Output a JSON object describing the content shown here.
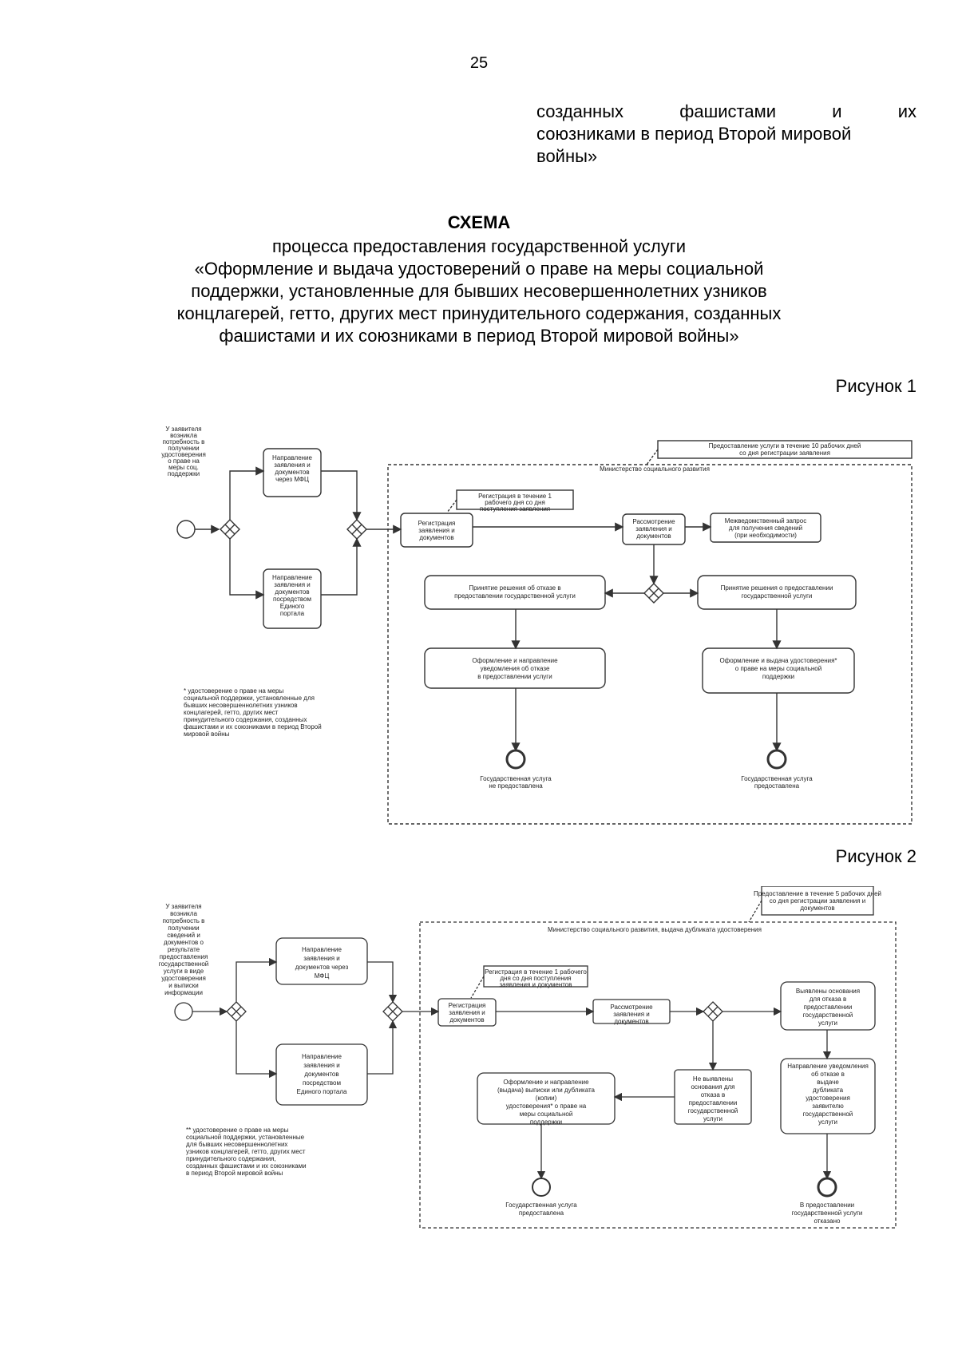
{
  "page_number": "25",
  "continued_lines": [
    "созданных фашистами и их",
    "союзниками в период Второй мировой",
    "войны»"
  ],
  "scheme": {
    "title": "СХЕМА",
    "subtitle_lines": [
      "процесса предоставления государственной услуги",
      "«Оформление и выдача удостоверений о праве на меры социальной",
      "поддержки, установленные для бывших несовершеннолетних узников",
      "концлагерей, гетто, других мест принудительного содержания, созданных",
      "фашистами и их союзниками в период Второй мировой войны»"
    ]
  },
  "figure1": {
    "label": "Рисунок 1",
    "start_note": [
      "У заявителя",
      "возникла",
      "потребность в",
      "получении",
      "удостоверения",
      "о праве на",
      "меры соц.",
      "поддержки"
    ],
    "submit_mfc": [
      "Направление",
      "заявления и",
      "документов",
      "через МФЦ"
    ],
    "submit_portal": [
      "Направление",
      "заявления и",
      "документов",
      "посредством",
      "Единого",
      "портала"
    ],
    "deadline_top": [
      "Предоставление услуги в течение 10 рабочих дней",
      "со дня регистрации заявления"
    ],
    "lane_label": "Министерство социального развития",
    "deadline_reg": [
      "Регистрация в течение 1",
      "рабочего дня со дня",
      "поступления заявления"
    ],
    "register": [
      "Регистрация",
      "заявления и",
      "документов"
    ],
    "review": [
      "Рассмотрение",
      "заявления и",
      "документов"
    ],
    "interagency": [
      "Межведомственный запрос",
      "для получения сведений",
      "(при необходимости)"
    ],
    "refuse_decision": [
      "Принятие решения об отказе в",
      "предоставлении государственной услуги"
    ],
    "grant_decision": [
      "Принятие решения о предоставлении",
      "государственной услуги"
    ],
    "issue_refusal": [
      "Оформление и направление",
      "уведомления об отказе",
      "в предоставлении услуги"
    ],
    "issue_cert": [
      "Оформление и выдача удостоверения*",
      "о праве на меры социальной",
      "поддержки"
    ],
    "end_refused": [
      "Государственная услуга",
      "не предоставлена"
    ],
    "end_granted": [
      "Государственная услуга",
      "предоставлена"
    ],
    "footnote": [
      "* удостоверение о праве на меры",
      "социальной поддержки, установленные для",
      "бывших несовершеннолетних узников",
      "концлагерей, гетто, других мест",
      "принудительного содержания, созданных",
      "фашистами и их союзниками в период Второй",
      "мировой войны"
    ]
  },
  "figure2": {
    "label": "Рисунок 2",
    "start_note": [
      "У заявителя",
      "возникла",
      "потребность в",
      "получении",
      "сведений и",
      "документов о",
      "результате",
      "предоставления",
      "государственной",
      "услуги в виде",
      "удостоверения",
      "и выписки",
      "информации"
    ],
    "submit_mfc": [
      "Направление",
      "заявления и",
      "документов через",
      "МФЦ"
    ],
    "submit_portal": [
      "Направление",
      "заявления и",
      "документов",
      "посредством",
      "Единого портала"
    ],
    "deadline_top": [
      "Предоставление в течение 5 рабочих дней",
      "со дня регистрации заявления и",
      "документов"
    ],
    "lane_label": "Министерство социального развития, выдача дубликата удостоверения",
    "deadline_reg": [
      "Регистрация в течение 1 рабочего",
      "дня со дня поступления",
      "заявления и документов"
    ],
    "register": [
      "Регистрация",
      "заявления и",
      "документов"
    ],
    "review": [
      "Рассмотрение",
      "заявления и",
      "документов"
    ],
    "grounds_found": [
      "Выявлены основания",
      "для отказа в",
      "предоставлении",
      "государственной",
      "услуги"
    ],
    "refusal": [
      "Направление уведомления",
      "об отказе в",
      "выдаче",
      "дубликата",
      "удостоверения",
      "заявителю",
      "государственной",
      "услуги"
    ],
    "no_grounds": [
      "Не выявлены",
      "основания для",
      "отказа в",
      "предоставлении",
      "государственной",
      "услуги"
    ],
    "issue_dup": [
      "Оформление и направление",
      "(выдача) выписки или дубликата",
      "(копии)",
      "удостоверения* о праве на",
      "меры социальной",
      "поддержки"
    ],
    "end_granted": [
      "Государственная услуга",
      "предоставлена"
    ],
    "end_refused": [
      "В предоставлении",
      "государственной услуги",
      "отказано"
    ],
    "footnote": [
      "** удостоверение о праве на меры",
      "социальной поддержки, установленные",
      "для бывших несовершеннолетних",
      "узников концлагерей, гетто, других мест",
      "принудительного содержания,",
      "созданных фашистами и их союзниками",
      "в период Второй мировой войны"
    ]
  }
}
